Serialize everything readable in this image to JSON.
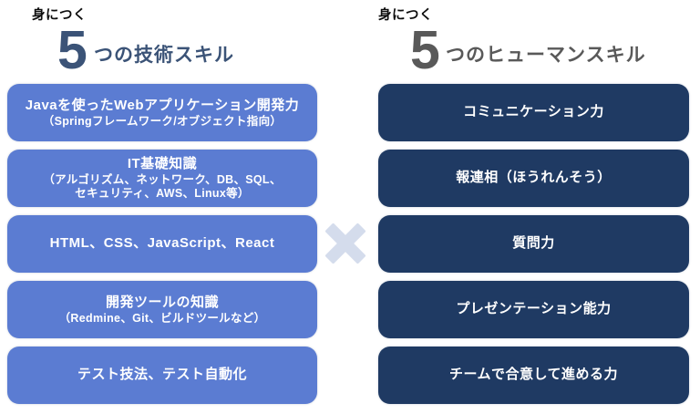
{
  "tech": {
    "eyebrow": "身につく",
    "number": "5",
    "title": "つの技術スキル",
    "items": [
      {
        "title": "Javaを使ったWebアプリケーション開発力",
        "sub1": "（Springフレームワーク/オブジェクト指向）"
      },
      {
        "title": "IT基礎知識",
        "sub1": "（アルゴリズム、ネットワーク、DB、SQL、",
        "sub2": "セキュリティ、AWS、Linux等）"
      },
      {
        "title": "HTML、CSS、JavaScript、React"
      },
      {
        "title": "開発ツールの知識",
        "sub1": "（Redmine、Git、ビルドツールなど）"
      },
      {
        "title": "テスト技法、テスト自動化"
      }
    ]
  },
  "human": {
    "eyebrow": "身につく",
    "number": "5",
    "title": "つのヒューマンスキル",
    "items": [
      {
        "title": "コミュニケーション力"
      },
      {
        "title": "報連相（ほうれんそう）"
      },
      {
        "title": "質問力"
      },
      {
        "title": "プレゼンテーション能力"
      },
      {
        "title": "チームで合意して進める力"
      }
    ]
  },
  "separator": {
    "symbol": "×"
  },
  "colors": {
    "tech_box": "#5B7CD2",
    "human_box": "#1F3A63",
    "tech_header": "#3B5377",
    "human_header": "#595959",
    "separator": "#D4DCEC",
    "box_text": "#FFFFFF",
    "eyebrow_text": "#0D0D0D",
    "background": "#FFFFFF"
  }
}
